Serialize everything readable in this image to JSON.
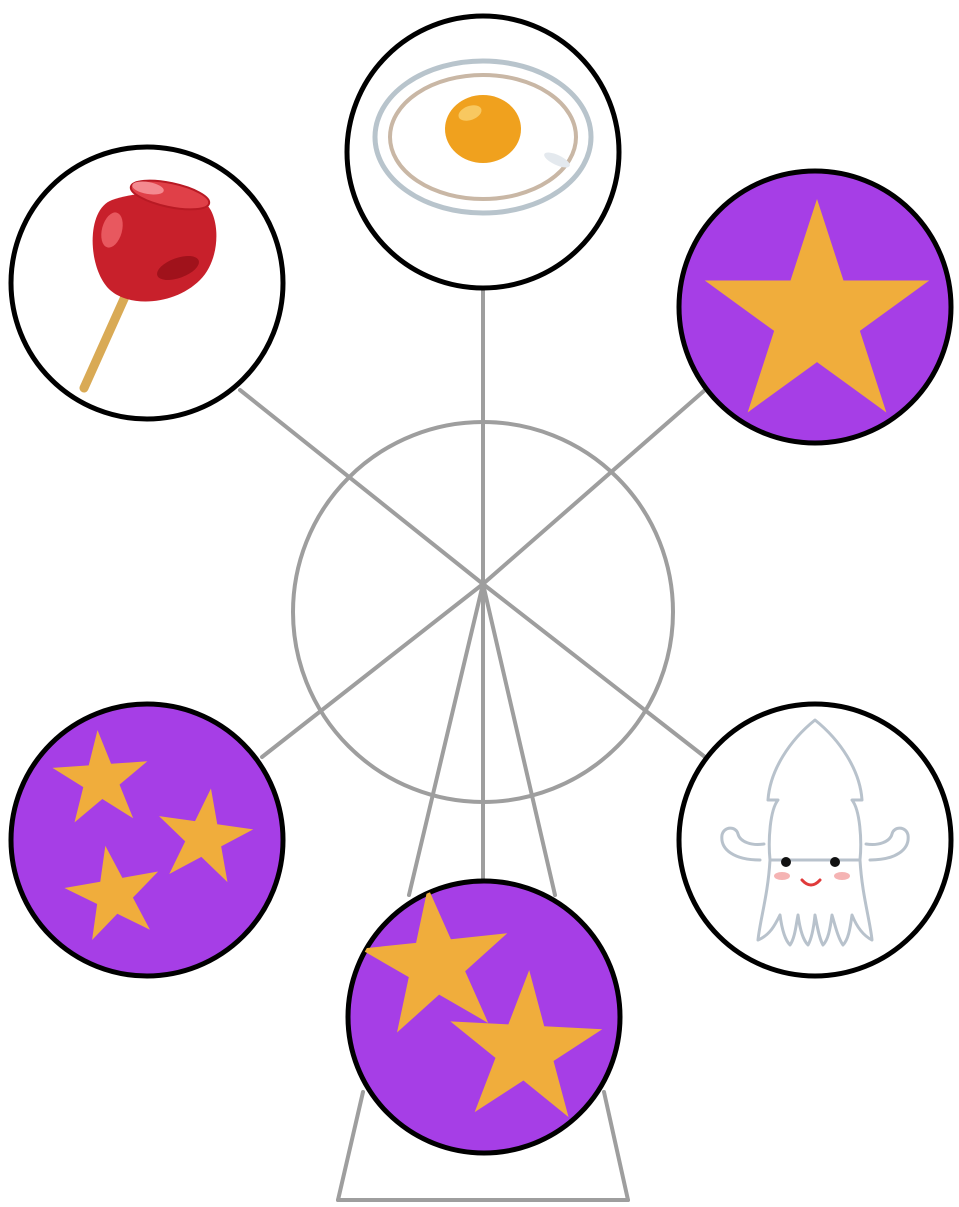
{
  "colors": {
    "background": "#ffffff",
    "frame": "#9e9e9e",
    "gondola_outline": "#000000",
    "gondola_empty_fill": "#ffffff",
    "gondola_star_fill": "#a63ee6",
    "star": "#f0ad3c",
    "candy_apple": "#c8202b",
    "candy_stick": "#d9aa55",
    "egg_yolk": "#f0a11e",
    "egg_plate_rim": "#b8c4cc",
    "squid_outline": "#b8c2cc",
    "squid_cheek": "#f5b4b4",
    "squid_mouth": "#e03a3a"
  },
  "gondolas": [
    {
      "position": "top",
      "content": "fried-egg-icon",
      "fill": "white"
    },
    {
      "position": "upper-right",
      "content": "star-icon",
      "star_count": 1,
      "fill": "purple"
    },
    {
      "position": "lower-right",
      "content": "squid-icon",
      "fill": "white"
    },
    {
      "position": "bottom",
      "content": "star-icon",
      "star_count": 2,
      "fill": "purple"
    },
    {
      "position": "lower-left",
      "content": "star-icon",
      "star_count": 3,
      "fill": "purple"
    },
    {
      "position": "upper-left",
      "content": "candy-apple-icon",
      "fill": "white"
    }
  ]
}
